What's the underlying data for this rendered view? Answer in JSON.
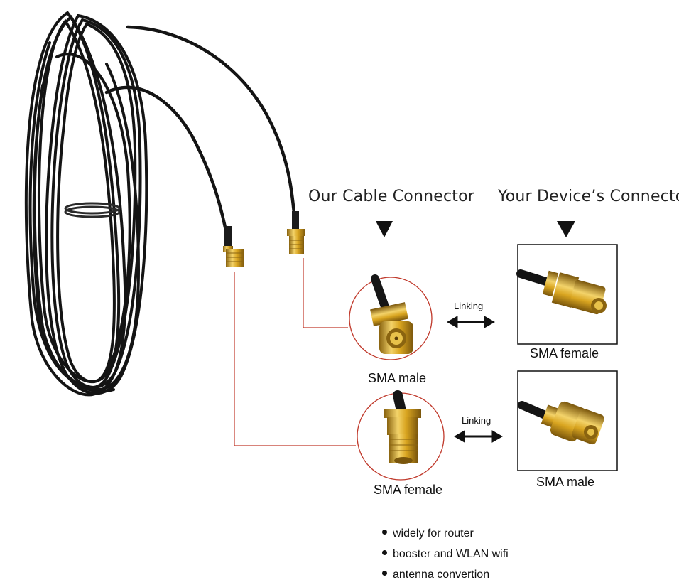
{
  "headers": {
    "ours": "Our Cable Connector",
    "yours": "Your Device’s Connectors"
  },
  "row1": {
    "cable_connector": "SMA male",
    "linking": "Linking",
    "device_connector": "SMA female"
  },
  "row2": {
    "cable_connector": "SMA female",
    "linking": "Linking",
    "device_connector": "SMA male"
  },
  "features": [
    "widely for router",
    "booster and WLAN wifi",
    "antenna convertion"
  ],
  "colors": {
    "gold": "#d9a520",
    "gold_dark": "#8a6410",
    "cable": "#141414",
    "leader_line": "#c0392b"
  }
}
